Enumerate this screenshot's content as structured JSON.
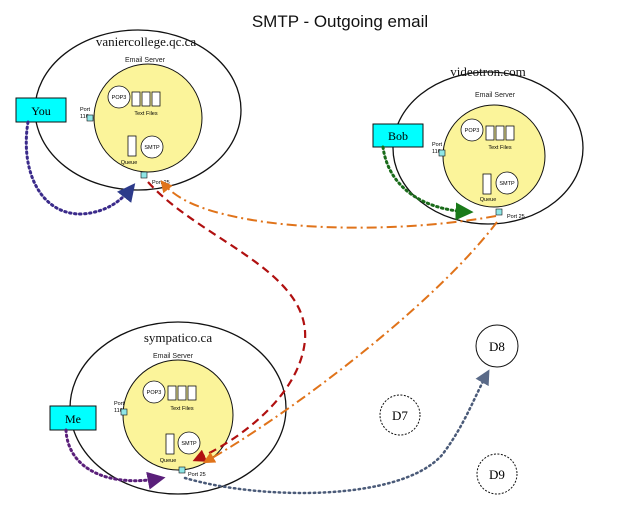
{
  "title": "SMTP - Outgoing email",
  "servers": [
    {
      "domain": "vaniercollege.qc.ca",
      "server_label": "Email Server",
      "pop3": "POP3",
      "smtp": "SMTP",
      "text_files": "Text Files",
      "port110": [
        "Port",
        "110"
      ],
      "queue": "Queue",
      "port25": "Port 25"
    },
    {
      "domain": "videotron.com",
      "server_label": "Email Server",
      "pop3": "POP3",
      "smtp": "SMTP",
      "text_files": "Text Files",
      "port110": [
        "Port",
        "110"
      ],
      "queue": "Queue",
      "port25": "Port 25"
    },
    {
      "domain": "sympatico.ca",
      "server_label": "Email Server",
      "pop3": "POP3",
      "smtp": "SMTP",
      "text_files": "Text Files",
      "port110": [
        "Port",
        "110"
      ],
      "queue": "Queue",
      "port25": "Port 25"
    }
  ],
  "users": [
    "You",
    "Bob",
    "Me"
  ],
  "destinations": [
    "D8",
    "D7",
    "D9"
  ],
  "colors": {
    "server_fill": "#fbf49a",
    "user_fill": "#00ffff",
    "dark_red": "#b01010",
    "orange": "#e0731a",
    "purple": "#5a1f7a",
    "green": "#1a6b1a",
    "slate": "#4a5a78"
  }
}
